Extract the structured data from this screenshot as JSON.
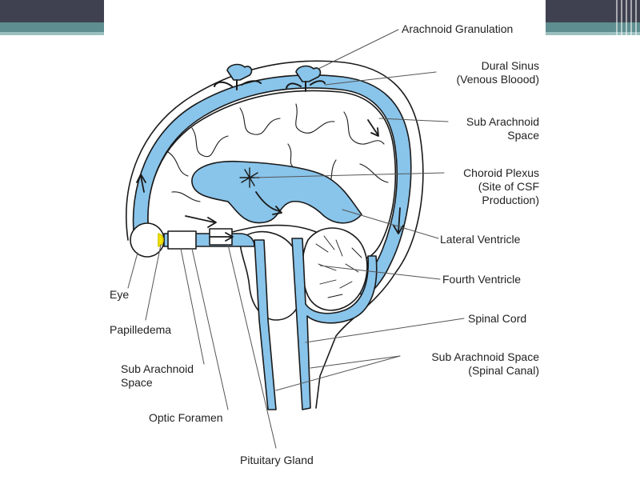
{
  "labels": {
    "arachnoid_granulation": "Arachnoid Granulation",
    "dural_sinus": [
      "Dural Sinus",
      "(Venous Bloood)"
    ],
    "sub_arachnoid_space": [
      "Sub Arachnoid",
      "Space"
    ],
    "choroid_plexus": [
      "Choroid Plexus",
      "(Site of CSF",
      "Production)"
    ],
    "lateral_ventricle": "Lateral Ventricle",
    "fourth_ventricle": "Fourth Ventricle",
    "spinal_cord": "Spinal Cord",
    "sub_arachnoid_spinal": [
      "Sub Arachnoid Space",
      "(Spinal Canal)"
    ],
    "eye": "Eye",
    "papilledema": "Papilledema",
    "sub_arachnoid_space_left": [
      "Sub Arachnoid",
      "Space"
    ],
    "optic_foramen": "Optic Foramen",
    "pituitary_gland": "Pituitary Gland"
  },
  "colors": {
    "csf": "#89c4ea",
    "outline": "#1a1a1a",
    "papilledema": "#f2e400",
    "slide_dark": "#3f4150",
    "slide_teal": "#5f8e90"
  }
}
